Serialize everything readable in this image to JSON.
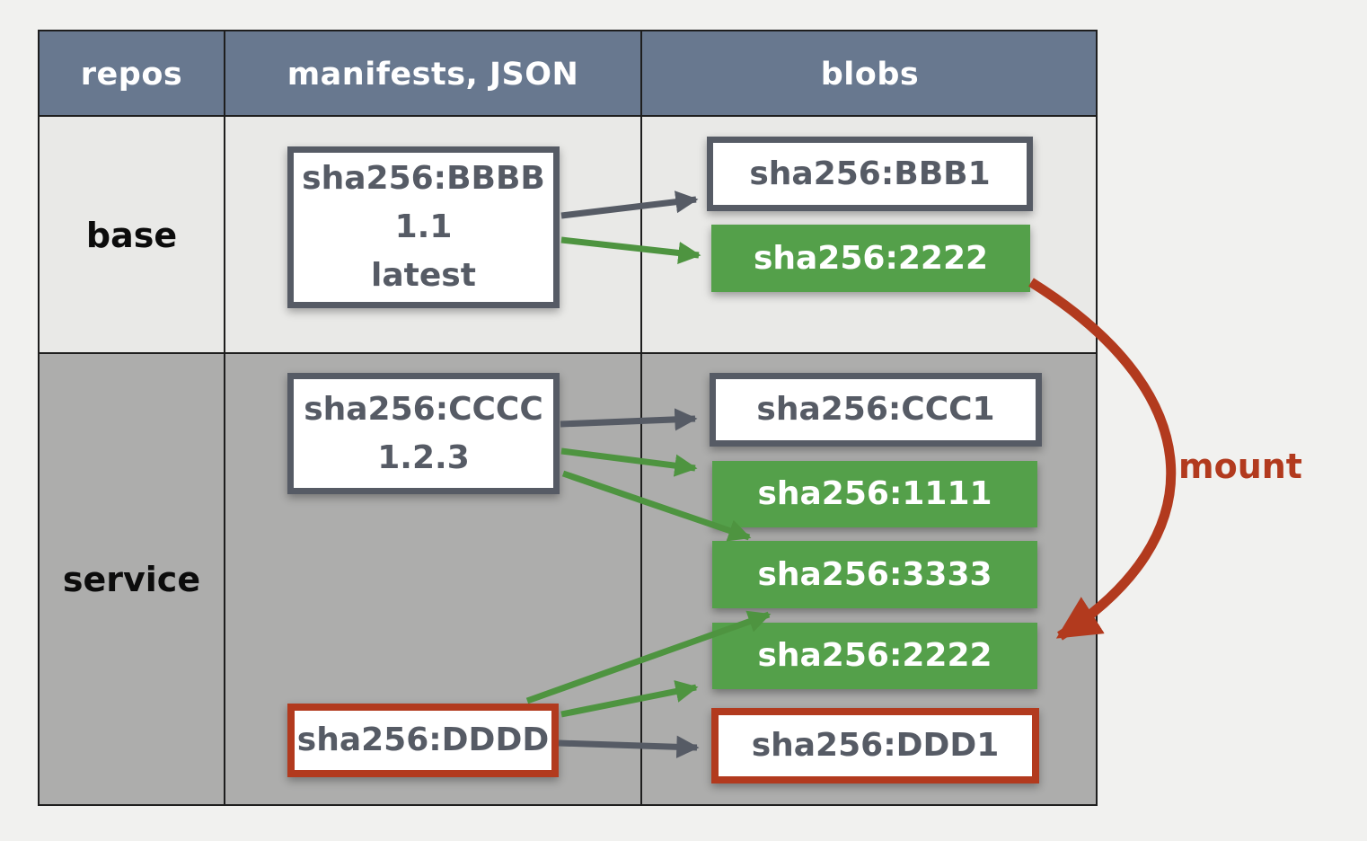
{
  "table": {
    "columns": [
      "repos",
      "manifests, JSON",
      "blobs"
    ],
    "rows": [
      {
        "repo": "base",
        "manifests": [
          {
            "digest": "sha256:BBBB",
            "tags": [
              "1.1",
              "latest"
            ]
          }
        ],
        "blobs": [
          {
            "digest": "sha256:BBB1",
            "style": "white-gray-border"
          },
          {
            "digest": "sha256:2222",
            "style": "green"
          }
        ]
      },
      {
        "repo": "service",
        "manifests": [
          {
            "digest": "sha256:CCCC",
            "tags": [
              "1.2.3"
            ]
          },
          {
            "digest": "sha256:DDDD",
            "tags": [],
            "style": "white-red-border"
          }
        ],
        "blobs": [
          {
            "digest": "sha256:CCC1",
            "style": "white-gray-border"
          },
          {
            "digest": "sha256:1111",
            "style": "green"
          },
          {
            "digest": "sha256:3333",
            "style": "green"
          },
          {
            "digest": "sha256:2222",
            "style": "green"
          },
          {
            "digest": "sha256:DDD1",
            "style": "white-red-border"
          }
        ]
      }
    ]
  },
  "annotations": {
    "mount_label": "mount"
  },
  "colors": {
    "header_bg": "#68788f",
    "header_text": "#ffffff",
    "base_row_bg": "#e9e9e7",
    "service_row_bg": "#adadac",
    "page_bg": "#f1f1ef",
    "shared_layer_green": "#54a04a",
    "mount_red": "#b23a1e",
    "box_border_gray": "#565b65",
    "grid_line": "#1e1e1e"
  }
}
